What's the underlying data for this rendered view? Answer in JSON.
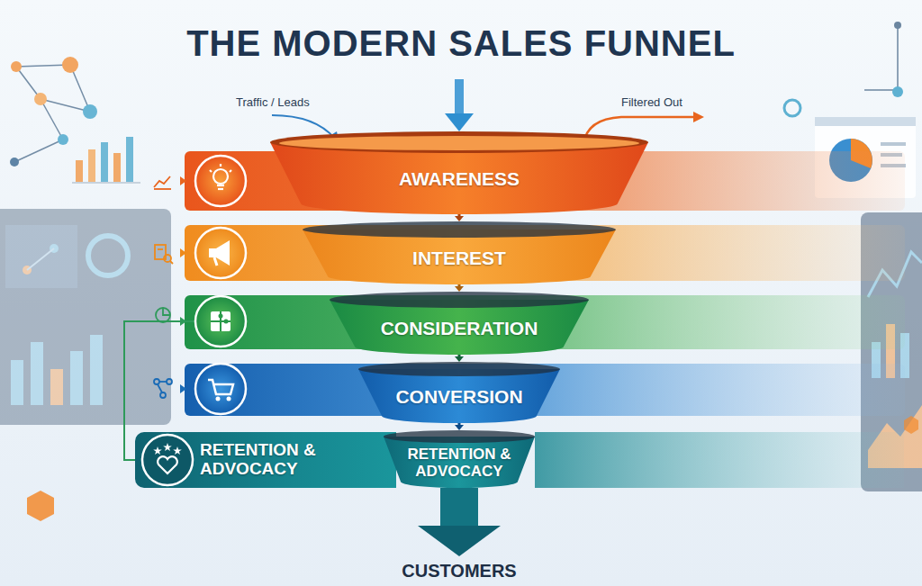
{
  "diagram": {
    "title": "THE MODERN SALES FUNNEL",
    "nodes": [
      {
        "text": [
          "AWARENESS"
        ]
      },
      {
        "text": [
          "INTEREST"
        ]
      },
      {
        "text": [
          "CONSIDERATION"
        ]
      },
      {
        "text": [
          "CONVERSION"
        ]
      },
      {
        "text": [
          "RETENTION & ADVOCACY"
        ]
      },
      {
        "text": [
          "RETENTION & ADVOCACY"
        ]
      },
      {
        "text": [
          "CUSTOMERS"
        ]
      }
    ],
    "edges": [
      {
        "from": 0,
        "to": 1,
        "arrow": "to"
      },
      {
        "from": 1,
        "to": 2,
        "arrow": "to"
      },
      {
        "from": 2,
        "to": 3,
        "arrow": "to"
      },
      {
        "from": 3,
        "to": 4,
        "arrow": "to"
      },
      {
        "from": 4,
        "to": 6,
        "arrow": "to"
      }
    ],
    "labels": [
      "Traffic / Leads",
      "Filtered Out"
    ]
  }
}
